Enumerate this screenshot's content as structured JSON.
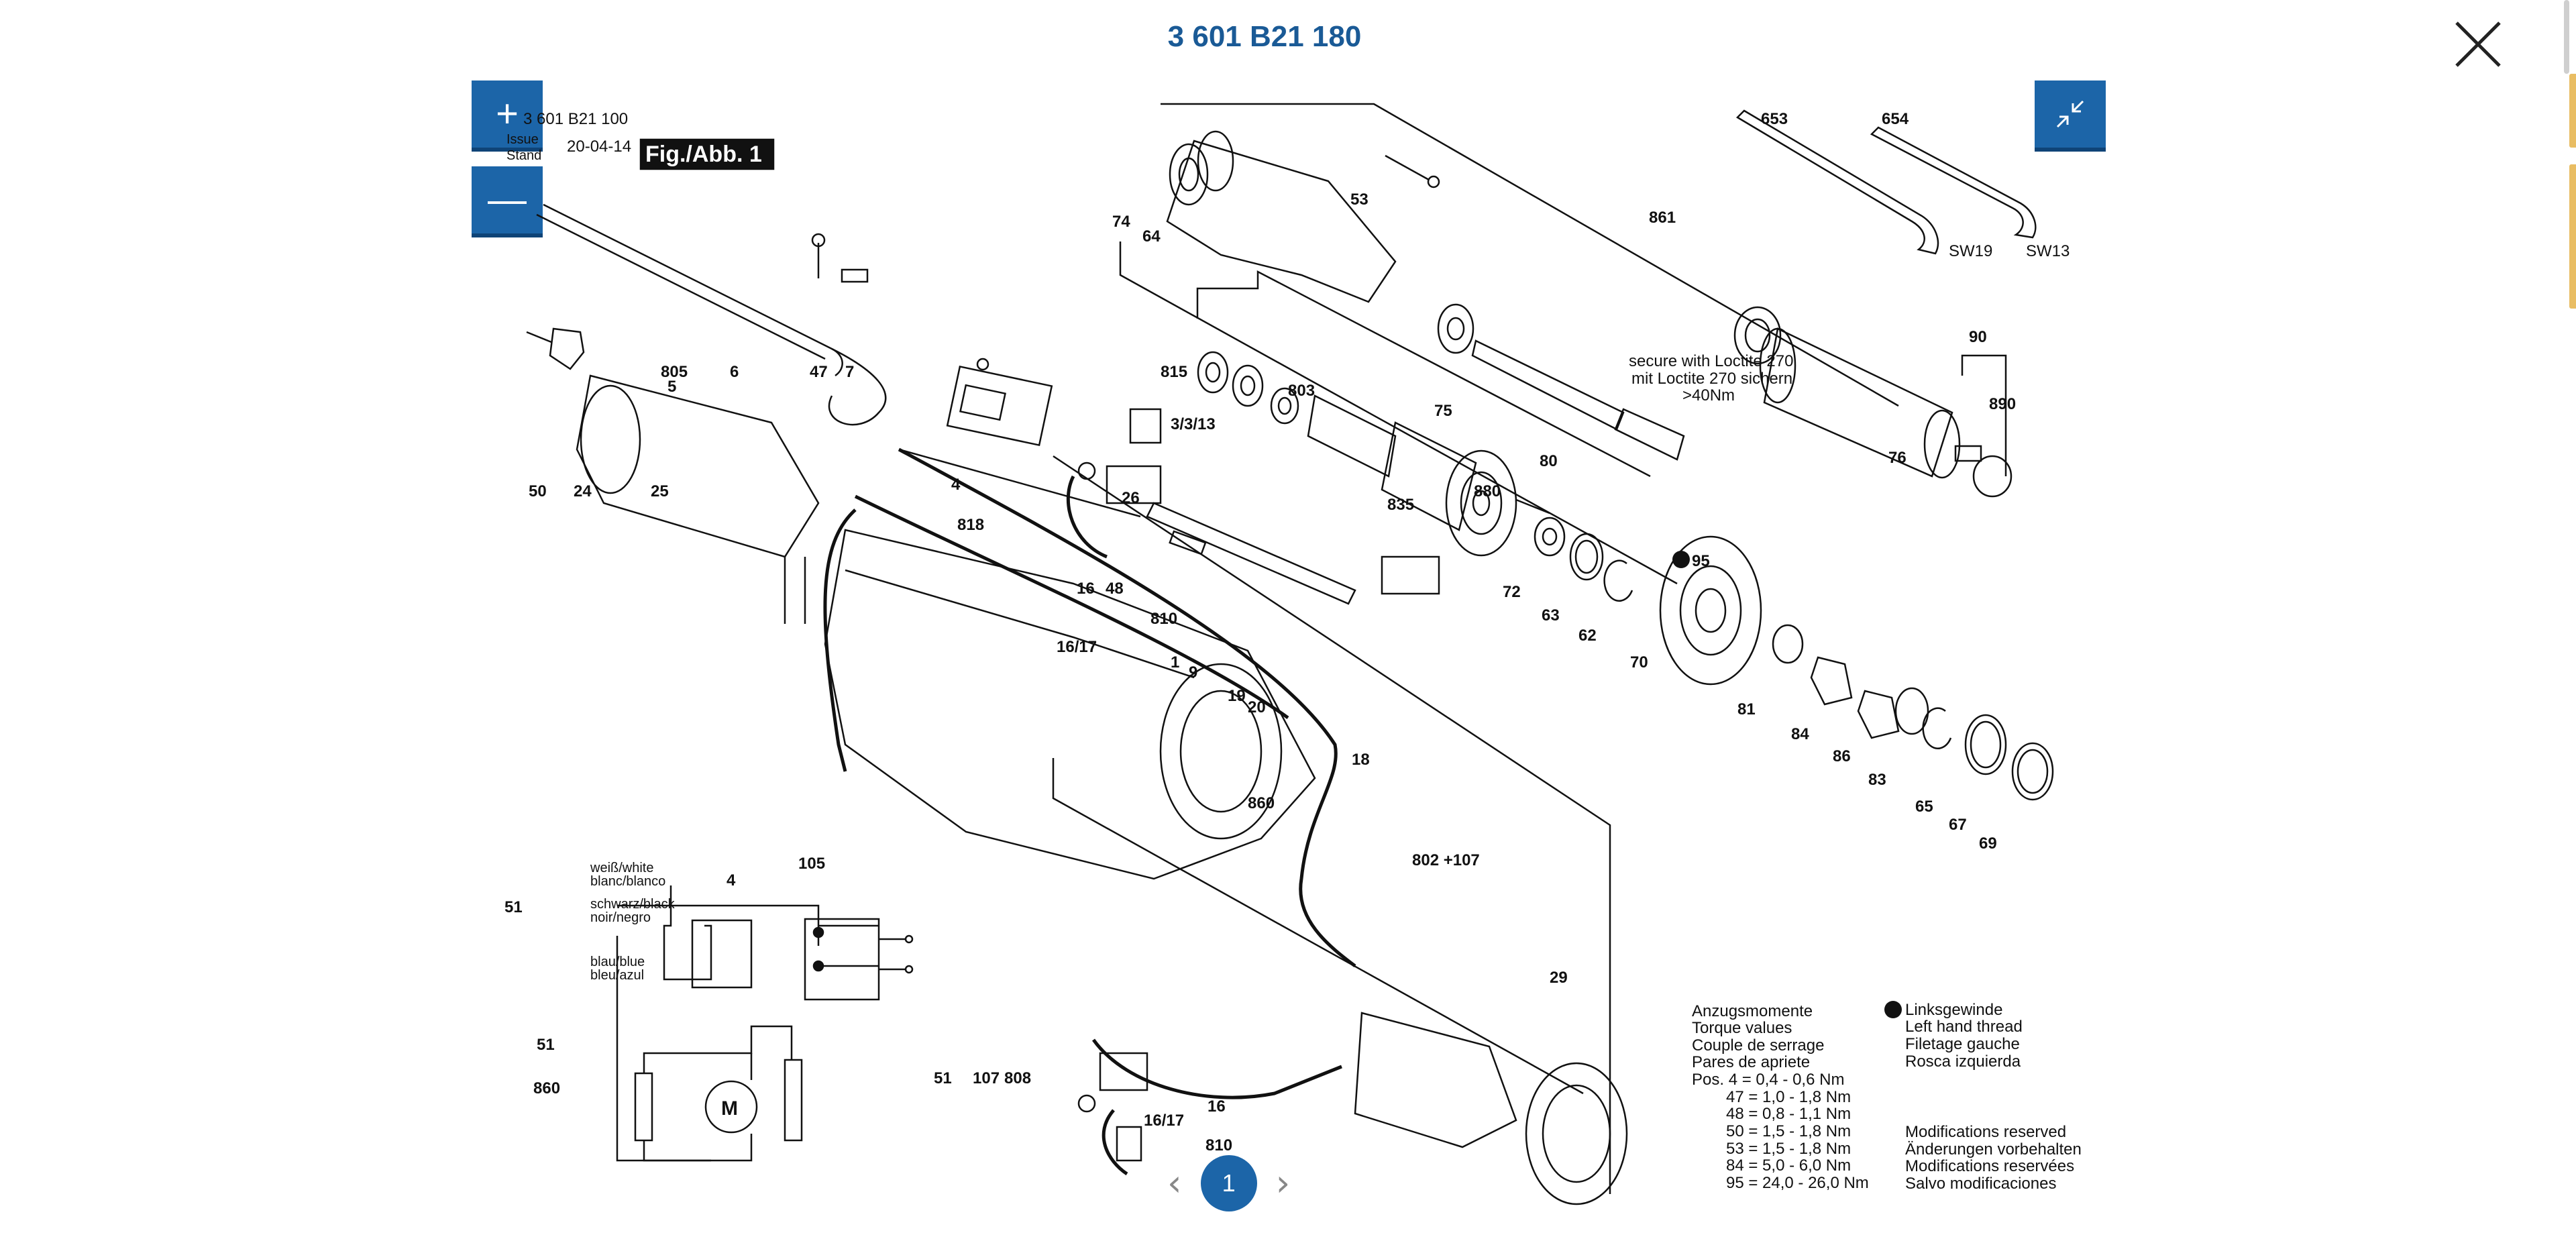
{
  "viewer": {
    "title": "3 601 B21 180",
    "close_icon": "close-icon",
    "zoom_in_icon": "plus-icon",
    "zoom_out_icon": "minus-icon",
    "fullscreen_icon": "exit-fullscreen-icon",
    "prev_icon": "chevron-left-icon",
    "next_icon": "chevron-right-icon",
    "current_page": "1",
    "accent_color": "#1c65a8",
    "title_color": "#1a5a96"
  },
  "drawing": {
    "header": {
      "part_number": "3 601 B21 100",
      "issue_label": "Issue",
      "stand_label": "Stand",
      "date": "20-04-14",
      "fig": "Fig./Abb. 1"
    },
    "parts": {
      "p653": "653",
      "p654": "654",
      "sw19": "SW19",
      "sw13": "SW13",
      "p861": "861",
      "p53": "53",
      "p74": "74",
      "p64": "64",
      "p815": "815",
      "p803": "803",
      "p3313": "3/3/13",
      "p26": "26",
      "p835": "835",
      "p75": "75",
      "p880": "880",
      "p80": "80",
      "p76": "76",
      "p95": "95",
      "p90": "90",
      "p890": "890",
      "p805": "805",
      "p5": "5",
      "p6": "6",
      "p47": "47",
      "p7": "7",
      "p50": "50",
      "p24": "24",
      "p25": "25",
      "p4": "4",
      "p818": "818",
      "p16": "16",
      "p48": "48",
      "p810": "810",
      "p1617": "16/17",
      "p1": "1",
      "p9": "9",
      "p19": "19",
      "p20": "20",
      "p18": "18",
      "p860": "860",
      "p802": "802 +107",
      "p72": "72",
      "p63": "63",
      "p62": "62",
      "p70": "70",
      "p81": "81",
      "p84": "84",
      "p86": "86",
      "p83": "83",
      "p65": "65",
      "p67": "67",
      "p69": "69",
      "p29": "29",
      "p105": "105",
      "p51": "51",
      "p107": "107",
      "p808": "808",
      "p16b": "16",
      "p1617b": "16/17",
      "p810b": "810",
      "w51a": "51",
      "w51b": "51",
      "w860": "860",
      "w4": "4",
      "motor": "M"
    },
    "loctite": [
      "secure with Loctite 270",
      "mit Loctite 270 sichern",
      ">40Nm"
    ],
    "wires": [
      "weiß/white",
      "blanc/blanco",
      "schwarz/black",
      "noir/negro",
      "blau/blue",
      "bleu/azul"
    ],
    "torque": {
      "heading": [
        "Anzugsmomente",
        "Torque values",
        "Couple de serrage",
        "Pares de apriete"
      ],
      "rows": [
        "Pos.  4  =  0,4  -   0,6 Nm",
        "47  =  1,0  -   1,8 Nm",
        "48  =  0,8  -   1,1 Nm",
        "50  =  1,5  -   1,8 Nm",
        "53  =  1,5  -   1,8 Nm",
        "84  =  5,0  -   6,0 Nm",
        "95  = 24,0  -  26,0 Nm"
      ]
    },
    "thread_legend": [
      "Linksgewinde",
      "Left hand thread",
      "Filetage gauche",
      "Rosca izquierda"
    ],
    "modifications": [
      "Modifications reserved",
      "Änderungen vorbehalten",
      "Modifications reservées",
      "Salvo modificaciones"
    ]
  }
}
